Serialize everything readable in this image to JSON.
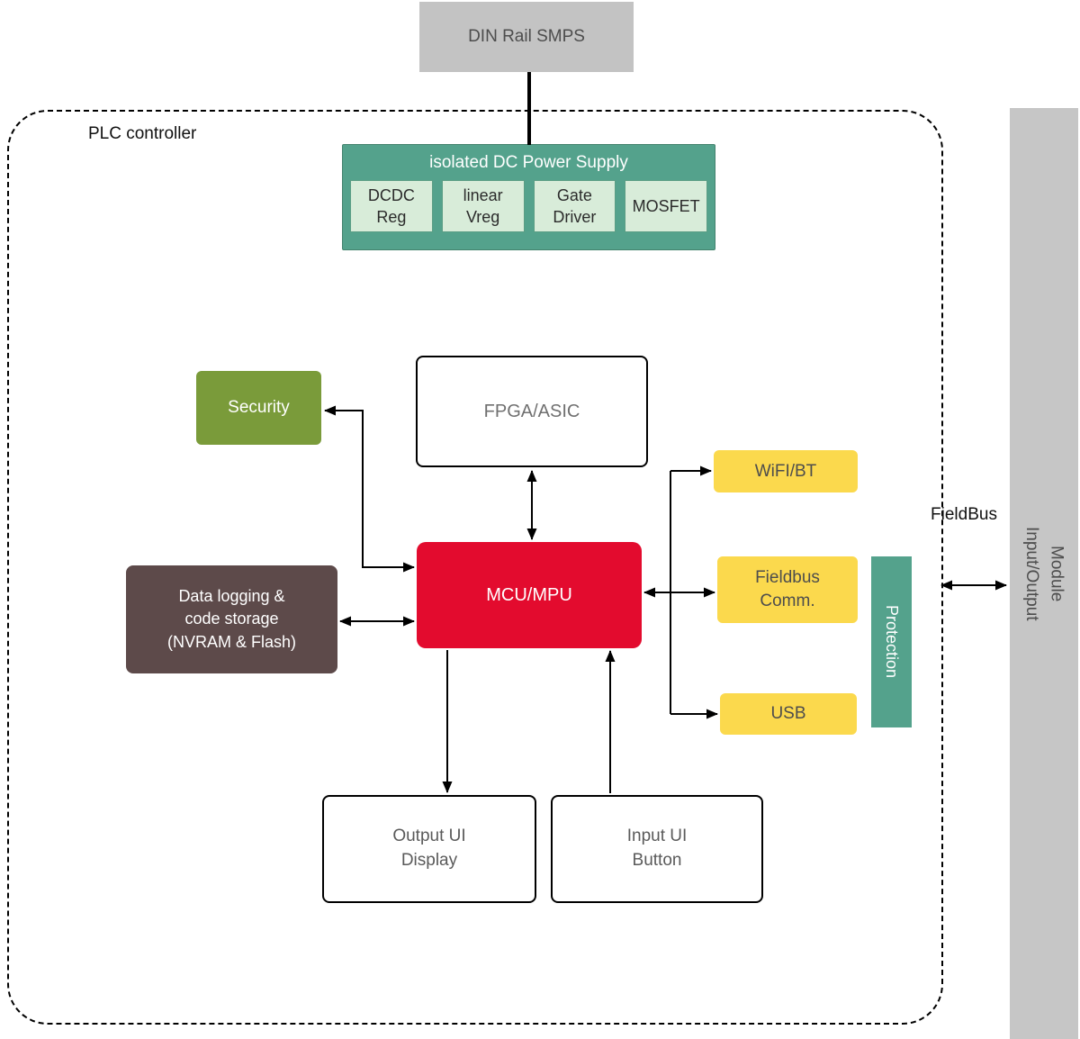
{
  "diagram": {
    "outer_label": "PLC controller",
    "din_rail_smps": "DIN Rail SMPS",
    "io_module": "Input/Output\nModule",
    "power_supply": {
      "title": "isolated DC Power Supply",
      "components": [
        "DCDC\nReg",
        "linear\nVreg",
        "Gate\nDriver",
        "MOSFET"
      ]
    },
    "fpga": "FPGA/ASIC",
    "security": "Security",
    "mcu": "MCU/MPU",
    "data_logging": "Data logging &\ncode storage\n(NVRAM & Flash)",
    "wifi": "WiFI/BT",
    "fieldbus_comm": "Fieldbus\nComm.",
    "usb": "USB",
    "protection": "Protection",
    "fieldbus_label": "FieldBus",
    "output_ui": "Output UI\nDisplay",
    "input_ui": "Input UI\nButton",
    "colors": {
      "teal": "#54a28c",
      "light_green": "#d8ecd9",
      "olive": "#7a9b3a",
      "red": "#e30b2e",
      "brown": "#5d4a4a",
      "yellow": "#fbd94d",
      "gray": "#c3c3c3"
    }
  }
}
